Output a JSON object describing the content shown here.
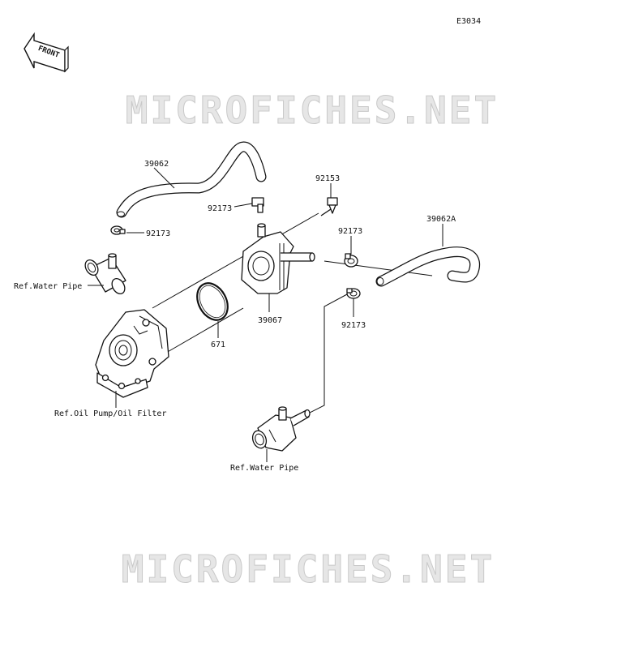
{
  "diagram_code": "E3034",
  "front_label": "FRONT",
  "watermark_text": "MICROFICHES.NET",
  "callouts": {
    "p39062": "39062",
    "p92173_left": "92173",
    "p92173_mid": "92173",
    "p92153": "92153",
    "p92173_right_top": "92173",
    "p39062A": "39062A",
    "p92173_right_bottom": "92173",
    "p39067": "39067",
    "p671": "671"
  },
  "references": {
    "water_pipe_left": "Ref.Water Pipe",
    "oil_pump_filter": "Ref.Oil Pump/Oil Filter",
    "water_pipe_bottom": "Ref.Water Pipe"
  },
  "colors": {
    "ink": "#111111",
    "watermark": "#e6e6e6"
  }
}
